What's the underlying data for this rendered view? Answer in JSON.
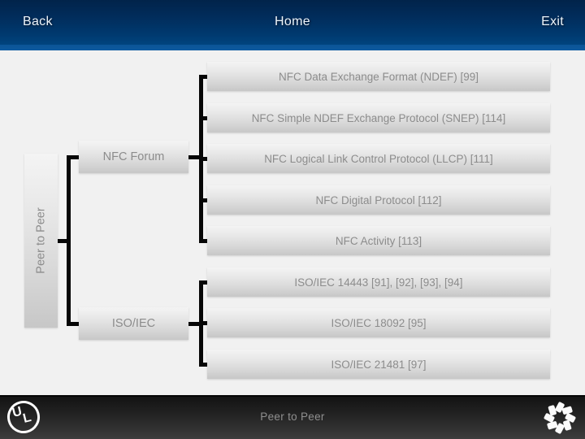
{
  "topbar": {
    "back_label": "Back",
    "home_label": "Home",
    "exit_label": "Exit"
  },
  "diagram": {
    "root_label": "Peer to Peer",
    "branches": [
      {
        "label": "NFC Forum",
        "children": [
          "NFC Data Exchange Format (NDEF) [99]",
          "NFC Simple NDEF Exchange Protocol (SNEP) [114]",
          "NFC Logical Link Control Protocol (LLCP) [111]",
          "NFC Digital Protocol [112]",
          "NFC Activity [113]"
        ]
      },
      {
        "label": "ISO/IEC",
        "children": [
          "ISO/IEC 14443 [91], [92], [93], [94]",
          "ISO/IEC 18092 [95]",
          "ISO/IEC 21481 [97]"
        ]
      }
    ]
  },
  "footer": {
    "title": "Peer to Peer",
    "left_logo": "ul-certification-mark",
    "left_logo_letters": {
      "u": "U",
      "l": "L"
    },
    "right_logo": "pinwheel-spinner-logo"
  },
  "colors": {
    "topbar_top": "#01234a",
    "topbar_bottom": "#004a87",
    "topbar_strip": "#0c579b",
    "content_background": "#f1f1f1",
    "box_fill_top": "#f4f4f4",
    "box_fill_bottom": "#c7c7c7",
    "box_text": "#8c8c8c",
    "connector": "#060606",
    "footer_top": "#131313",
    "footer_bottom": "#3d3d3d",
    "footer_text": "#8f8f8f",
    "logo_white": "#ffffff"
  }
}
